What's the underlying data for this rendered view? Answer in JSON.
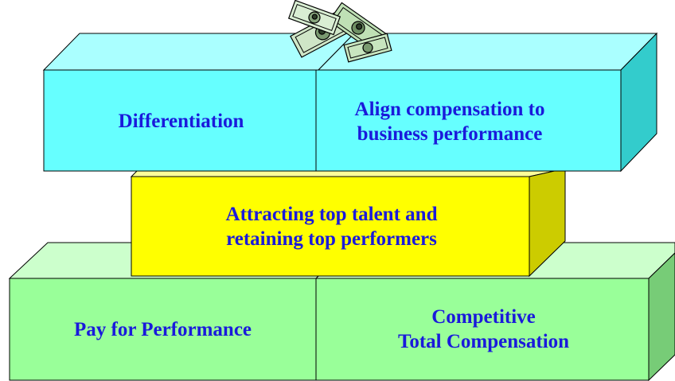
{
  "blocks": {
    "differentiation": {
      "label": "Differentiation",
      "color": "#66ffff"
    },
    "align": {
      "label": "Align compensation to\nbusiness performance",
      "color": "#66ffff"
    },
    "attract": {
      "label": "Attracting top talent and\nretaining top performers",
      "color": "#ffff00"
    },
    "pay": {
      "label": "Pay for Performance",
      "color": "#99ff99"
    },
    "competitive": {
      "label": "Competitive\nTotal Compensation",
      "color": "#99ff99"
    }
  },
  "colors": {
    "text": "#1a1adb",
    "outline": "#000000"
  },
  "icons": {
    "top": "money-bills-icon"
  }
}
